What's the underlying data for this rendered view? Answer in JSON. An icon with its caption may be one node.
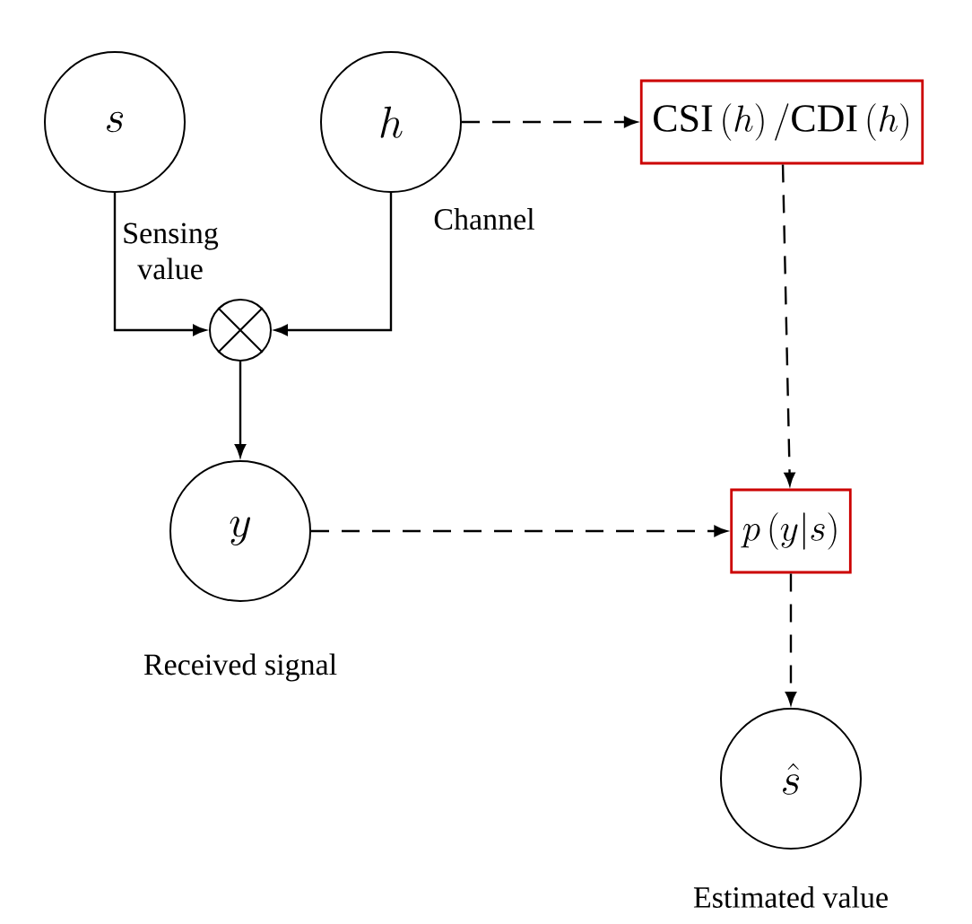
{
  "diagram": {
    "nodes": [
      {
        "text": [
          "s"
        ],
        "beside": [
          "Sensing value"
        ]
      },
      {
        "text": [
          "h"
        ],
        "beside": [
          "Channel"
        ]
      },
      {
        "text": [
          "\\mathrm{CSI}\\left(h\\right)/\\mathrm{CDI}\\left(h\\right)"
        ]
      },
      {
        "text": [],
        "shape": "circle"
      },
      {
        "text": [
          "y"
        ],
        "beside": [
          "Received signal"
        ]
      },
      {
        "text": [
          "p\\left(y\\middle|s\\right)"
        ]
      },
      {
        "text": [
          "\\hat{s}"
        ],
        "beside": [
          "Estimated value"
        ]
      }
    ],
    "edges": [
      {
        "from": 0,
        "to": 3,
        "arrow": "to"
      },
      {
        "from": 1,
        "to": 3,
        "arrow": "to"
      },
      {
        "from": 3,
        "to": 4,
        "arrow": "to"
      },
      {
        "from": 1,
        "to": 2,
        "arrow": "to",
        "style": "dashed"
      },
      {
        "from": 2,
        "to": 5,
        "arrow": "to",
        "style": "dashed"
      },
      {
        "from": 4,
        "to": 5,
        "arrow": "to",
        "style": "dashed"
      },
      {
        "from": 5,
        "to": 6,
        "arrow": "to",
        "style": "dashed"
      }
    ]
  }
}
